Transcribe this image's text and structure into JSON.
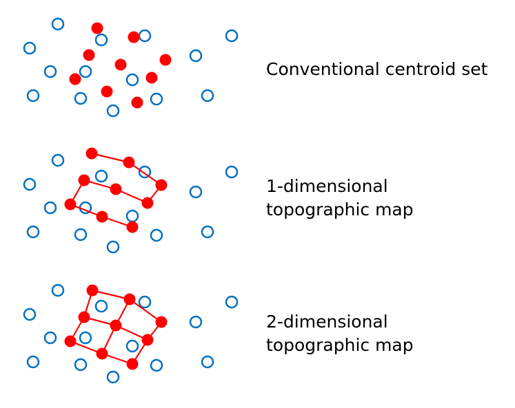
{
  "colors": {
    "data_point": "#0070C0",
    "centroid": "#FF0000"
  },
  "panels": [
    {
      "label_lines": [
        "Conventional centroid set"
      ],
      "topology": "none"
    },
    {
      "label_lines": [
        "1-dimensional",
        "topographic map"
      ],
      "topology": "chain"
    },
    {
      "label_lines": [
        "2-dimensional",
        "topographic map"
      ],
      "topology": "grid"
    }
  ]
}
